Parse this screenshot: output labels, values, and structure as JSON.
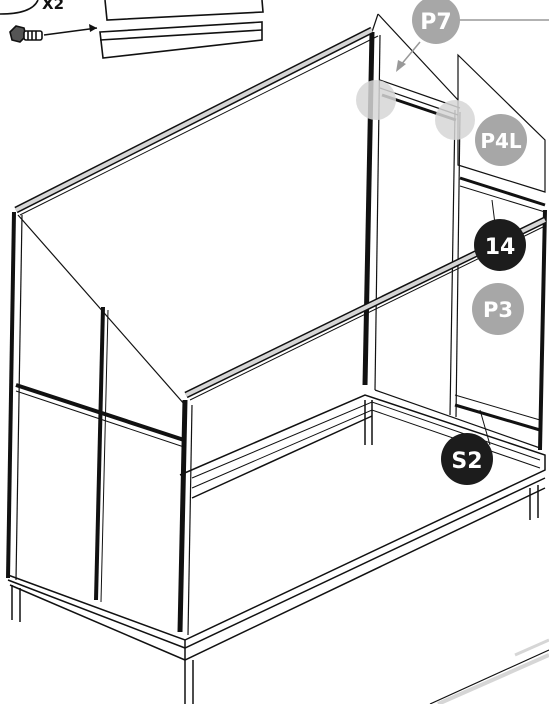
{
  "callouts": {
    "p7": "P7",
    "p4l": "P4L",
    "p14": "14",
    "p3": "P3",
    "s2": "S2"
  },
  "quantity_label": "X2",
  "colors": {
    "line": "#111111",
    "badge_light": "#a7a7a7",
    "badge_dark": "#1c1c1c",
    "highlight": "#d6d6d6",
    "badge_text": "#ffffff"
  },
  "icons": {
    "bolt": "hex-bolt-icon",
    "arrow": "pointer-arrow-icon"
  }
}
